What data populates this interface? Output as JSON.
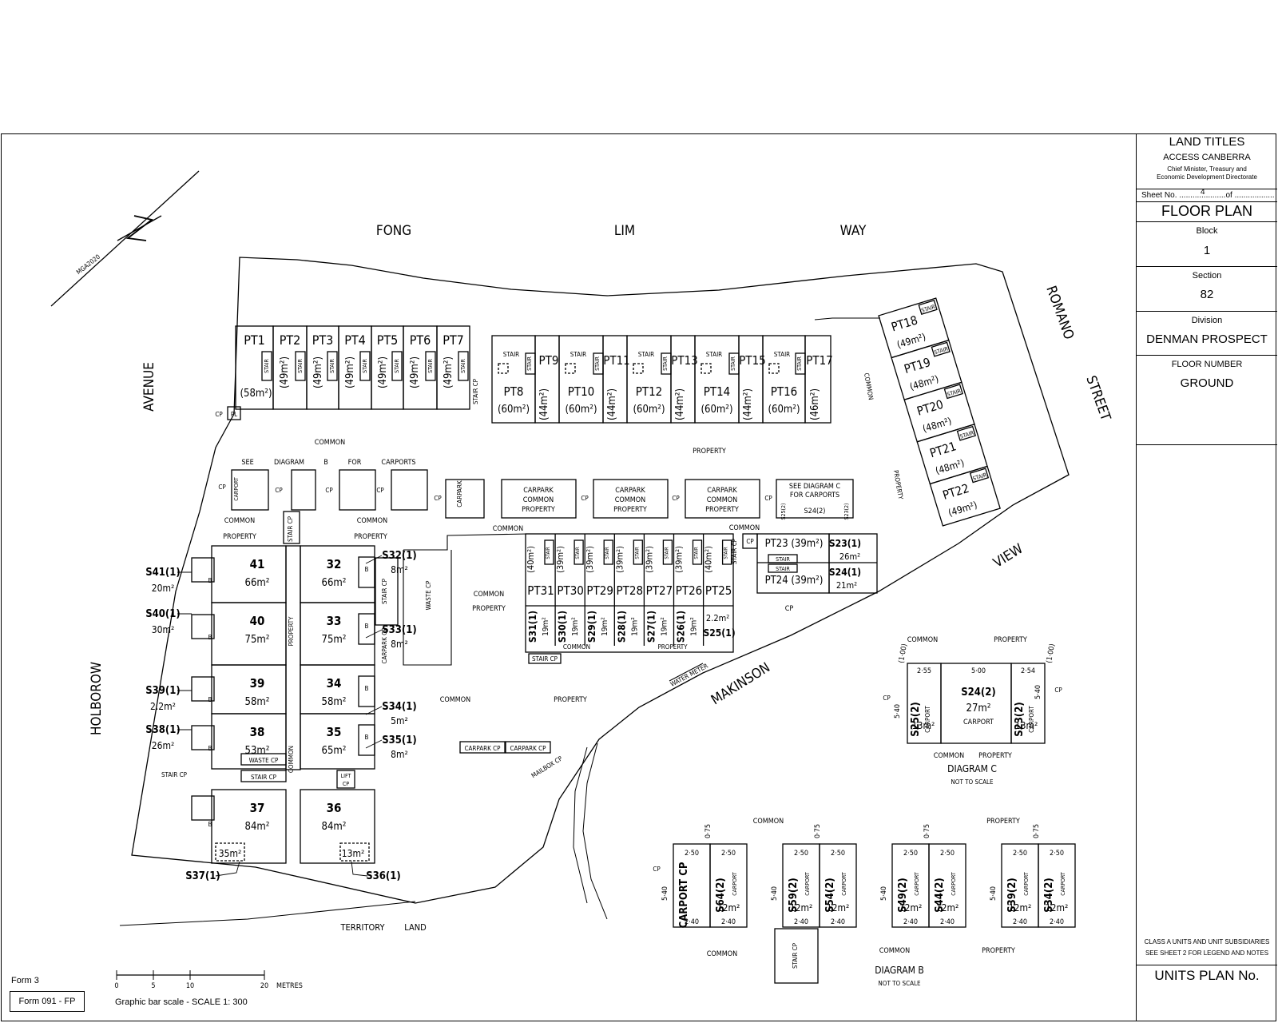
{
  "title_block": {
    "authority": "LAND TITLES",
    "agency": "ACCESS CANBERRA",
    "directorate_1": "Chief Minister, Treasury and",
    "directorate_2": "Economic Development Directorate",
    "sheet_label": "Sheet No. ..............",
    "sheet_no": "4",
    "sheet_of": ".......of ..................",
    "plan_type": "FLOOR PLAN",
    "block_label": "Block",
    "block": "1",
    "section_label": "Section",
    "section": "82",
    "division_label": "Division",
    "division": "DENMAN PROSPECT",
    "floor_label": "FLOOR NUMBER",
    "floor": "GROUND",
    "note_1": "CLASS A UNITS AND UNIT SUBSIDIARIES",
    "note_2": "SEE SHEET 2 FOR LEGEND AND NOTES",
    "units_plan": "UNITS PLAN No."
  },
  "footer": {
    "form_label": "Form 3",
    "form_box": "Form 091 - FP",
    "scale_text": "Graphic bar scale - SCALE 1: 300",
    "scale_ticks": [
      "0",
      "5",
      "10",
      "20"
    ],
    "scale_unit": "METRES"
  },
  "north": {
    "bearing": "MGA2020"
  },
  "streets": {
    "top_1": "FONG",
    "top_2": "LIM",
    "top_3": "WAY",
    "left_top": "AVENUE",
    "left_bottom": "HOLBOROW",
    "right_1": "ROMANO",
    "right_2": "STREET",
    "diag_1": "VIEW",
    "diag_2": "MAKINSON",
    "bottom_1": "TERRITORY",
    "bottom_2": "LAND"
  },
  "top_units": [
    {
      "name": "PT1",
      "area": "(58m²)"
    },
    {
      "name": "PT2",
      "area": "(49m²)"
    },
    {
      "name": "PT3",
      "area": "(49m²)"
    },
    {
      "name": "PT4",
      "area": "(49m²)"
    },
    {
      "name": "PT5",
      "area": "(49m²)"
    },
    {
      "name": "PT6",
      "area": "(49m²)"
    },
    {
      "name": "PT7",
      "area": "(49m²)"
    }
  ],
  "mid_units": [
    {
      "name": "PT8",
      "area": "(60m²)"
    },
    {
      "name": "PT9",
      "area": "(44m²)"
    },
    {
      "name": "PT10",
      "area": "(60m²)"
    },
    {
      "name": "PT11",
      "area": "(44m²)"
    },
    {
      "name": "PT12",
      "area": "(60m²)"
    },
    {
      "name": "PT13",
      "area": "(44m²)"
    },
    {
      "name": "PT14",
      "area": "(60m²)"
    },
    {
      "name": "PT15",
      "area": "(44m²)"
    },
    {
      "name": "PT16",
      "area": "(60m²)"
    },
    {
      "name": "PT17",
      "area": "(46m²)"
    }
  ],
  "right_units": [
    {
      "name": "PT18",
      "area": "(49m²)"
    },
    {
      "name": "PT19",
      "area": "(48m²)"
    },
    {
      "name": "PT20",
      "area": "(48m²)"
    },
    {
      "name": "PT21",
      "area": "(48m²)"
    },
    {
      "name": "PT22",
      "area": "(49m²)"
    }
  ],
  "row_units": [
    {
      "name": "PT31",
      "area": "(40m²)",
      "sub": "S31(1)",
      "sub_area": "19m²"
    },
    {
      "name": "PT30",
      "area": "(39m²)",
      "sub": "S30(1)",
      "sub_area": "19m²"
    },
    {
      "name": "PT29",
      "area": "(39m²)",
      "sub": "S29(1)",
      "sub_area": "19m²"
    },
    {
      "name": "PT28",
      "area": "(39m²)",
      "sub": "S28(1)",
      "sub_area": "19m²"
    },
    {
      "name": "PT27",
      "area": "(39m²)",
      "sub": "S27(1)",
      "sub_area": "19m²"
    },
    {
      "name": "PT26",
      "area": "(39m²)",
      "sub": "S26(1)",
      "sub_area": "19m²"
    },
    {
      "name": "PT25",
      "area": "(40m²)",
      "sub": "S25(1)",
      "sub_area": "2.2m²"
    }
  ],
  "pt23": {
    "name": "PT23",
    "area": "(39m²)",
    "sub": "S23(1)",
    "sub_area": "26m²"
  },
  "pt24": {
    "name": "PT24",
    "area": "(39m²)",
    "sub": "S24(1)",
    "sub_area": "21m²"
  },
  "left_units": [
    {
      "name": "41",
      "area": "66m²"
    },
    {
      "name": "40",
      "area": "75m²"
    },
    {
      "name": "39",
      "area": "58m²"
    },
    {
      "name": "38",
      "area": "53m²"
    },
    {
      "name": "37",
      "area": "84m²"
    }
  ],
  "centre_units": [
    {
      "name": "32",
      "area": "66m²"
    },
    {
      "name": "33",
      "area": "75m²"
    },
    {
      "name": "34",
      "area": "58m²"
    },
    {
      "name": "35",
      "area": "65m²"
    },
    {
      "name": "36",
      "area": "84m²"
    }
  ],
  "left_subs": [
    {
      "name": "S41(1)",
      "area": "20m²"
    },
    {
      "name": "S40(1)",
      "area": "30m²"
    },
    {
      "name": "S39(1)",
      "area": "2.2m²"
    },
    {
      "name": "S38(1)",
      "area": "26m²"
    },
    {
      "name": "S37(1)",
      "area": "35m²"
    }
  ],
  "right_subs": [
    {
      "name": "S32(1)",
      "area": "8m²"
    },
    {
      "name": "S33(1)",
      "area": "8m²"
    },
    {
      "name": "S34(1)",
      "area": "5m²"
    },
    {
      "name": "S35(1)",
      "area": "8m²"
    },
    {
      "name": "S36(1)",
      "area": "13m²"
    }
  ],
  "labels": {
    "common": "COMMON",
    "property": "PROPERTY",
    "cp": "CP",
    "pl": "PL",
    "stair": "STAIR",
    "stair_cp": "STAIR CP",
    "waste_cp": "WASTE CP",
    "lift_cp": "LIFT CP",
    "carpark_cp": "CARPARK CP",
    "carport": "CARPORT",
    "carpark": "CARPARK",
    "see": "SEE",
    "diagram": "DIAGRAM",
    "b": "B",
    "for": "FOR",
    "carports": "CARPORTS",
    "see_diag_c": "SEE DIAGRAM C",
    "for_carports": "FOR CARPORTS",
    "water_meter": "WATER METER",
    "mailbox_cp": "MAILBOX CP",
    "carpark_common_property": "CARPARK COMMON PROPERTY"
  },
  "diagram_c": {
    "title": "DIAGRAM C",
    "note": "NOT TO SCALE",
    "left": {
      "name": "S25(2)",
      "area": "13m²",
      "w": "2·55",
      "h": "5·40"
    },
    "mid": {
      "name": "S24(2)",
      "area": "27m²",
      "w": "5·00"
    },
    "right": {
      "name": "S23(2)",
      "area": "13m²",
      "w": "2·54",
      "h": "5·40"
    },
    "off": "(1·00)"
  },
  "diagram_b": {
    "title": "DIAGRAM B",
    "note": "NOT TO SCALE",
    "pairs": [
      [
        {
          "name": "CARPORT CP",
          "area": ""
        },
        {
          "name": "S64(2)",
          "area": "12m²"
        }
      ],
      [
        {
          "name": "S59(2)",
          "area": "12m²"
        },
        {
          "name": "S54(2)",
          "area": "12m²"
        }
      ],
      [
        {
          "name": "S49(2)",
          "area": "12m²"
        },
        {
          "name": "S44(2)",
          "area": "12m²"
        }
      ],
      [
        {
          "name": "S39(2)",
          "area": "12m²"
        },
        {
          "name": "S34(2)",
          "area": "12m²"
        }
      ]
    ],
    "w": "2·50",
    "w2": "2·40",
    "h": "5·40",
    "off": "0·75"
  }
}
